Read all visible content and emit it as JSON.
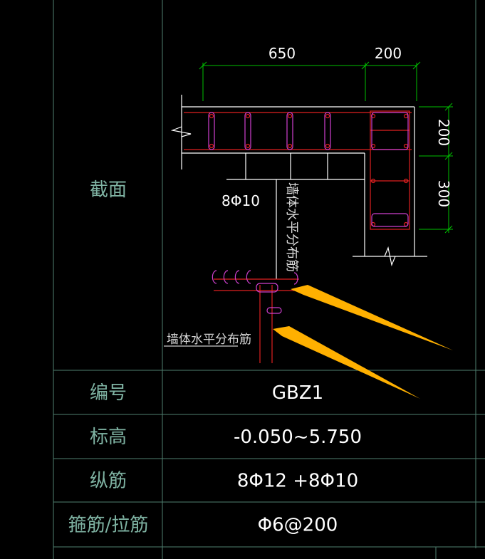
{
  "drawing": {
    "section_label": "截面",
    "dimensions": {
      "top_left": "650",
      "top_right": "200",
      "right_top": "200",
      "right_bottom": "300"
    },
    "rebar_note": "8Φ10",
    "vertical_note": "墙体水平分布筋",
    "horizontal_note": "墙体水平分布筋"
  },
  "table": {
    "rows": [
      {
        "label": "编号",
        "value": "GBZ1",
        "color": "#ffffff"
      },
      {
        "label": "标高",
        "value": "-0.050~5.750",
        "color": "#e02020"
      },
      {
        "label": "纵筋",
        "value": "8Φ12 +8Φ10",
        "color": "#ffffff"
      },
      {
        "label": "箍筋/拉筋",
        "value": "Φ6@200",
        "color": "#ffffff"
      }
    ]
  },
  "colors": {
    "grid": "#4f7f6f",
    "dimension": "#00c000",
    "concrete": "#ffffff",
    "rebar": "#e02020",
    "stirrup": "#d040d0",
    "arrow": "#ffb000"
  }
}
